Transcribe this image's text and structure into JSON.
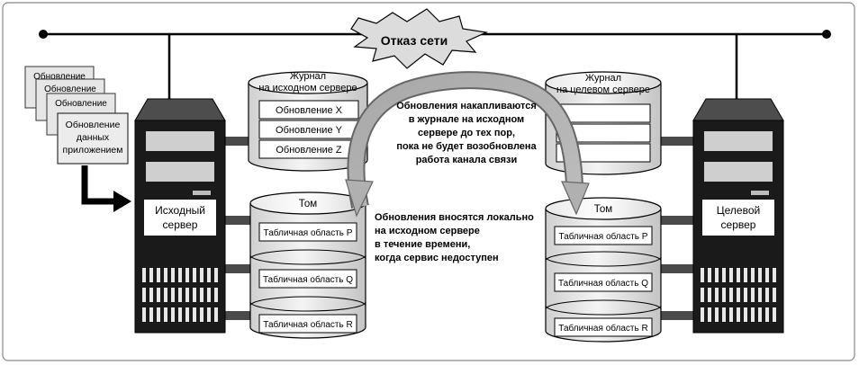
{
  "network": {
    "failure_label": "Отказ сети"
  },
  "documents": {
    "items": [
      "Обновление",
      "Обновление",
      "Обновление"
    ],
    "front": [
      "Обновление",
      "данных",
      "приложением"
    ]
  },
  "source_server": {
    "label": [
      "Исходный",
      "сервер"
    ]
  },
  "target_server": {
    "label": [
      "Целевой",
      "сервер"
    ]
  },
  "source_journal": {
    "title": [
      "Журнал",
      "на исходном сервере"
    ],
    "entries": [
      "Обновление X",
      "Обновление Y",
      "Обновление Z"
    ]
  },
  "target_journal": {
    "title": [
      "Журнал",
      "на целевом сервере"
    ]
  },
  "source_volume": {
    "title": "Том",
    "areas": [
      "Табличная область P",
      "Табличная область Q",
      "Табличная область R"
    ]
  },
  "target_volume": {
    "title": "Том",
    "areas": [
      "Табличная область P",
      "Табличная область Q",
      "Табличная область R"
    ]
  },
  "annotations": {
    "accumulate": [
      "Обновления накапливаются",
      "в журнале на исходном",
      "сервере до тех пор,",
      "пока не будет возобновлена",
      "работа канала связи"
    ],
    "local": [
      "Обновления вносятся локально",
      "на исходном сервере",
      "в течение времени,",
      "когда сервис недоступен"
    ]
  }
}
